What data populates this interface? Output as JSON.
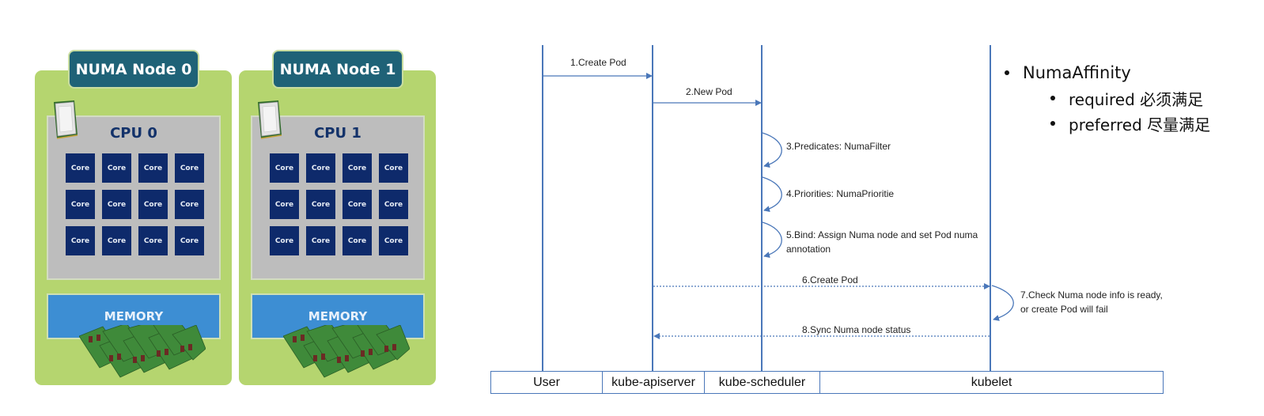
{
  "numa_nodes": [
    {
      "title": "NUMA Node 0",
      "cpu_label": "CPU 0",
      "cores": [
        "Core",
        "Core",
        "Core",
        "Core",
        "Core",
        "Core",
        "Core",
        "Core",
        "Core",
        "Core",
        "Core",
        "Core"
      ],
      "memory_label": "MEMORY"
    },
    {
      "title": "NUMA Node 1",
      "cpu_label": "CPU 1",
      "cores": [
        "Core",
        "Core",
        "Core",
        "Core",
        "Core",
        "Core",
        "Core",
        "Core",
        "Core",
        "Core",
        "Core",
        "Core"
      ],
      "memory_label": "MEMORY"
    }
  ],
  "colors": {
    "node_bg": "#b5d56f",
    "node_title_bg": "#1f6277",
    "cpu_bg": "#bdbdbd",
    "core_bg": "#0e2a6b",
    "memory_bg": "#3d8ed3",
    "seq_line": "#4a77b9"
  },
  "sequence": {
    "lanes": [
      "User",
      "kube-apiserver",
      "kube-scheduler",
      "kubelet"
    ],
    "steps": [
      {
        "label": "1.Create Pod",
        "from": "User",
        "to": "kube-apiserver",
        "style": "solid"
      },
      {
        "label": "2.New Pod",
        "from": "kube-apiserver",
        "to": "kube-scheduler",
        "style": "solid"
      },
      {
        "label": "3.Predicates: NumaFilter",
        "from": "kube-scheduler",
        "to": "kube-scheduler",
        "style": "self"
      },
      {
        "label": "4.Priorities: NumaPrioritie",
        "from": "kube-scheduler",
        "to": "kube-scheduler",
        "style": "self"
      },
      {
        "label_line1": "5.Bind: Assign Numa node and set Pod numa",
        "label_line2": "annotation",
        "from": "kube-scheduler",
        "to": "kube-scheduler",
        "style": "self"
      },
      {
        "label": "6.Create Pod",
        "from": "kube-apiserver",
        "to": "kubelet",
        "style": "dotted"
      },
      {
        "label_line1": "7.Check Numa node info is ready,",
        "label_line2": "or create Pod will fail",
        "from": "kubelet",
        "to": "kubelet",
        "style": "self"
      },
      {
        "label": "8.Sync Numa node status",
        "from": "kubelet",
        "to": "kube-apiserver",
        "style": "dotted"
      }
    ]
  },
  "notes": {
    "title": "NumaAffinity",
    "items": [
      "required 必须满足",
      "preferred 尽量满足"
    ]
  }
}
